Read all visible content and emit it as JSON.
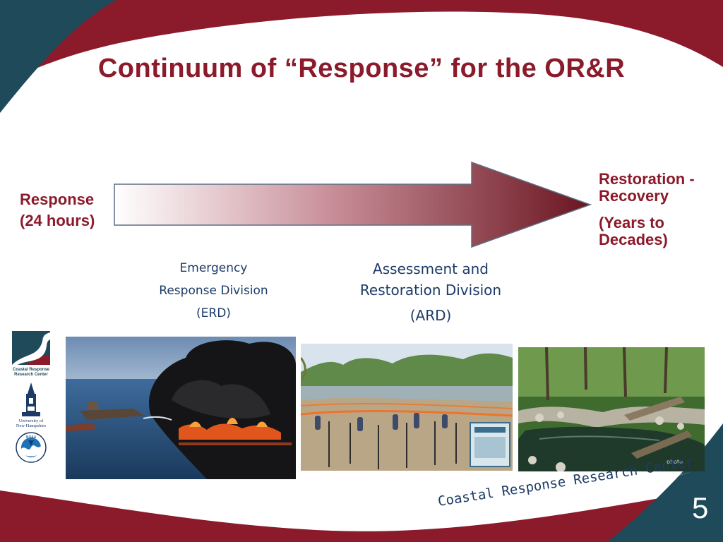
{
  "slide": {
    "title": "Continuum of “Response” for the OR&R",
    "page_number": "5",
    "footer_text": "Coastal Response Research Center"
  },
  "continuum": {
    "start_label_line1": "Response",
    "start_label_line2": "(24 hours)",
    "end_label_line1": "Restoration -",
    "end_label_line2": "Recovery",
    "end_label_line3": "(Years to",
    "end_label_line4": "Decades)"
  },
  "divisions": {
    "erd_line1": "Emergency",
    "erd_line2": "Response Division",
    "erd_line3": "(ERD)",
    "ard_line1": "Assessment and",
    "ard_line2": "Restoration Division",
    "ard_line3": "(ARD)"
  },
  "logos": {
    "crrc_line1": "Coastal Response",
    "crrc_line2": "Research Center",
    "unh_line1": "University of",
    "unh_line2": "New Hampshire",
    "noaa": "NOAA"
  },
  "colors": {
    "maroon": "#8b1a2b",
    "teal": "#1e4a5a",
    "navy": "#1d3b66"
  }
}
